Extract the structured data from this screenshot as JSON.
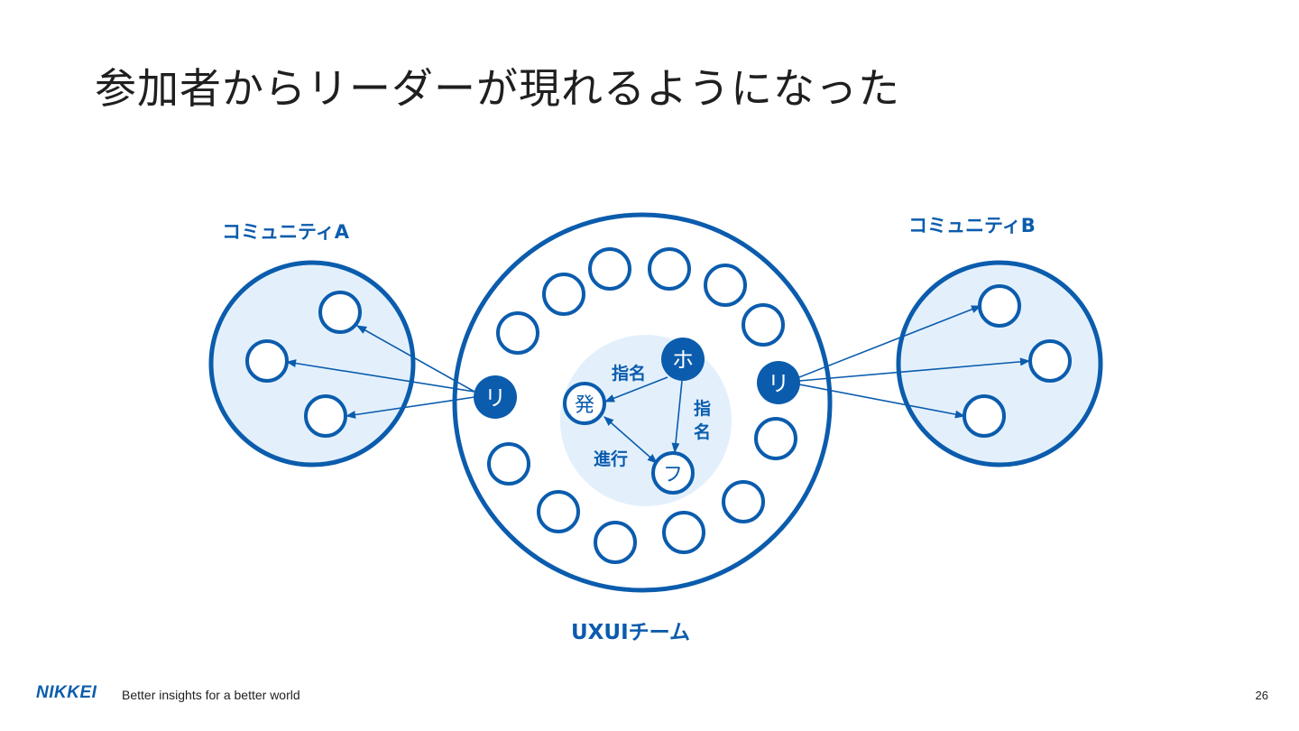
{
  "slide": {
    "title": "参加者からリーダーが現れるようになった",
    "page_number": "26"
  },
  "footer": {
    "logo": "NIKKEI",
    "tagline": "Better insights for a better world"
  },
  "diagram": {
    "community_a_label": "コミュニティA",
    "community_b_label": "コミュニティB",
    "team_label": "UXUIチーム",
    "leader_left_text": "リ",
    "leader_right_text": "リ",
    "node_ho_text": "ホ",
    "node_hatsu_text": "発",
    "node_fu_text": "フ",
    "edge_label_nominate_1": "指名",
    "edge_label_nominate_2_top": "指",
    "edge_label_nominate_2_bottom": "名",
    "edge_label_facilitate": "進行"
  },
  "colors": {
    "accent": "#0b5cad",
    "light_fill": "#e3f0fc"
  }
}
